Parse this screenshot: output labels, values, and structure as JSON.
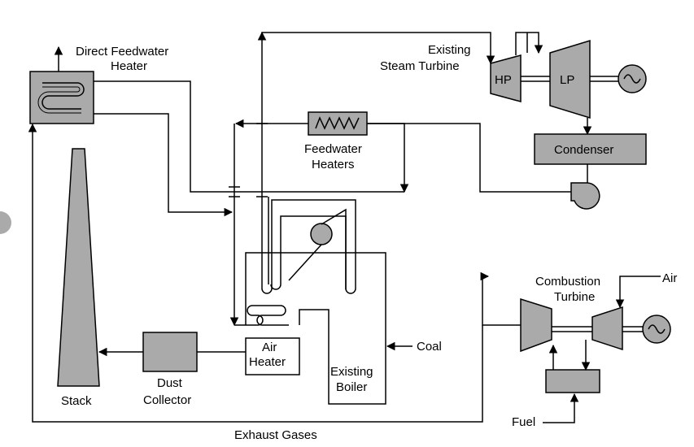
{
  "labels": {
    "direct_feedwater_heater_line1": "Direct Feedwater",
    "direct_feedwater_heater_line2": "Heater",
    "existing_steam_turbine_line1": "Existing",
    "existing_steam_turbine_line2": "Steam Turbine",
    "hp": "HP",
    "lp": "LP",
    "condenser": "Condenser",
    "feedwater_heaters_line1": "Feedwater",
    "feedwater_heaters_line2": "Heaters",
    "air_heater_line1": "Air",
    "air_heater_line2": "Heater",
    "existing_boiler_line1": "Existing",
    "existing_boiler_line2": "Boiler",
    "coal": "Coal",
    "combustion_turbine_line1": "Combustion",
    "combustion_turbine_line2": "Turbine",
    "air": "Air",
    "fuel": "Fuel",
    "stack": "Stack",
    "dust_collector_line1": "Dust",
    "dust_collector_line2": "Collector",
    "exhaust_gases": "Exhaust Gases"
  },
  "colors": {
    "equipment_fill": "#aaaaaa",
    "line": "#000000",
    "background": "#ffffff"
  }
}
